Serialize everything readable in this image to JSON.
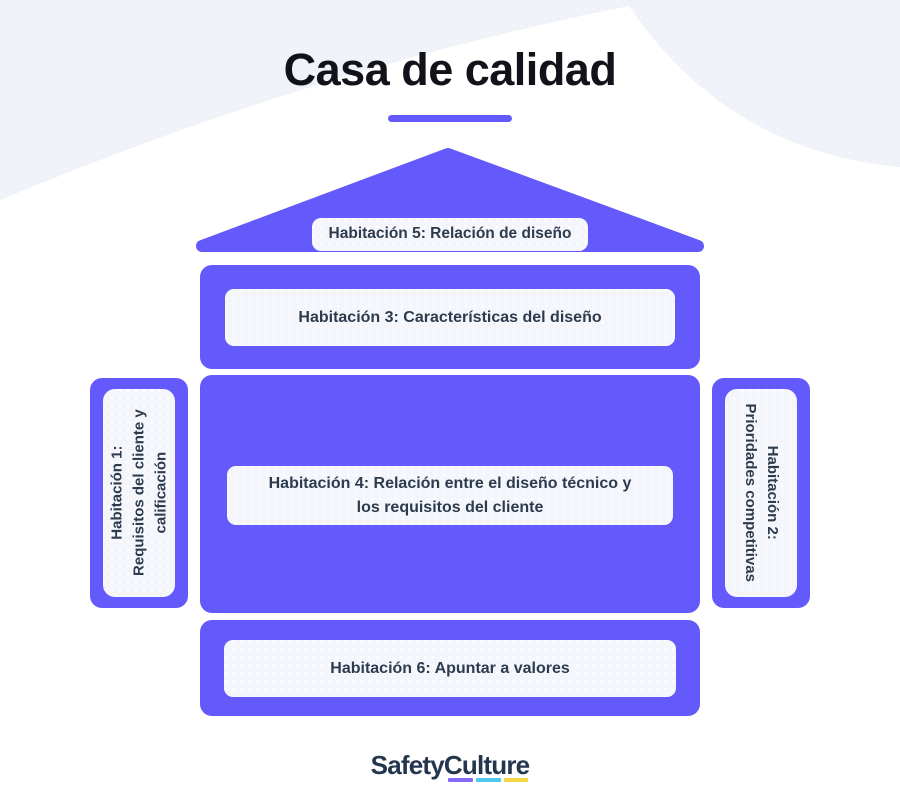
{
  "title": {
    "text": "Casa de calidad"
  },
  "colors": {
    "purple": "#6459FB",
    "light_box": "#F4F6FC",
    "bg_shape": "#F0F2F9",
    "text": "#2D3B4D",
    "title_text": "#12121A",
    "logo_text": "#24364E",
    "bar_purple": "#8468F6",
    "bar_cyan": "#4FC8EE",
    "bar_yellow": "#F7D643"
  },
  "house": {
    "roof": {
      "label": "Habitación 5: Relación de diseño"
    },
    "row_top": {
      "label": "Habitación 3: Características del diseño"
    },
    "left_column": {
      "lines": [
        "Habitación 1:",
        "Requisitos del cliente y",
        "calificación"
      ]
    },
    "center": {
      "lines": [
        "Habitación 4: Relación entre el diseño técnico y",
        "los requisitos del cliente"
      ]
    },
    "right_column": {
      "lines": [
        "Habitación 2:",
        "Prioridades competitivas"
      ]
    },
    "row_bottom": {
      "label": "Habitación 6: Apuntar a valores"
    }
  },
  "footer": {
    "brand": "SafetyCulture"
  }
}
